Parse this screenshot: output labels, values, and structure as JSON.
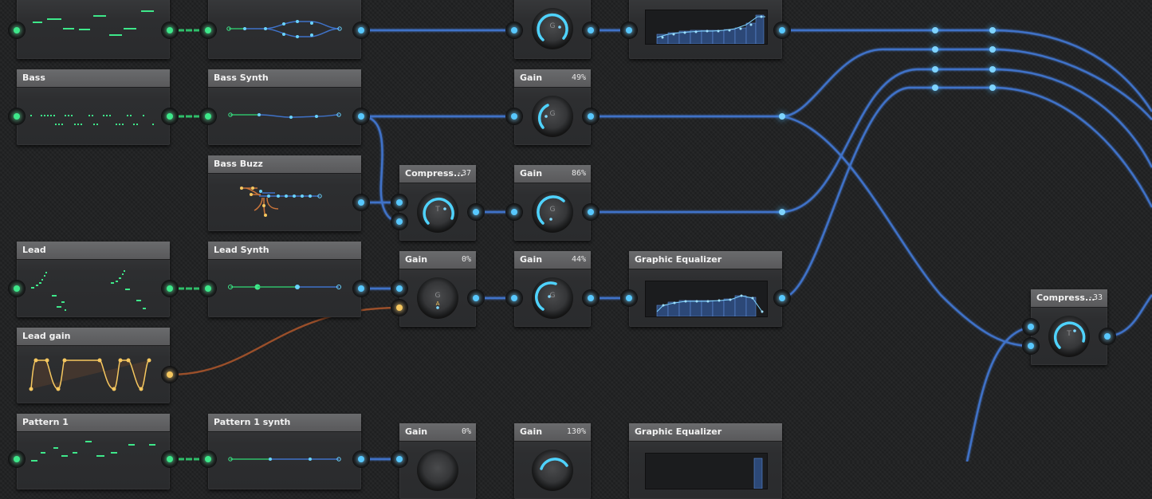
{
  "nodes": {
    "top_pattern": {
      "title": ""
    },
    "top_synth": {
      "title": ""
    },
    "top_gain": {
      "title": "",
      "value": "",
      "knob": "G"
    },
    "top_eq": {
      "title": ""
    },
    "bass": {
      "title": "Bass"
    },
    "bass_synth": {
      "title": "Bass Synth"
    },
    "bass_gain": {
      "title": "Gain",
      "value": "49%",
      "knob": "G"
    },
    "bass_buzz": {
      "title": "Bass Buzz"
    },
    "bass_comp": {
      "title": "Compress...",
      "value": "-37",
      "knob": "T"
    },
    "buzz_gain": {
      "title": "Gain",
      "value": "86%",
      "knob": "G"
    },
    "lead": {
      "title": "Lead"
    },
    "lead_synth": {
      "title": "Lead Synth"
    },
    "lead_gain_a": {
      "title": "Gain",
      "value": "0%",
      "knob": "G",
      "knob_sub": "A"
    },
    "lead_gain_b": {
      "title": "Gain",
      "value": "44%",
      "knob": "G"
    },
    "lead_eq": {
      "title": "Graphic Equalizer"
    },
    "lead_gain_auto": {
      "title": "Lead gain"
    },
    "pattern1": {
      "title": "Pattern 1"
    },
    "pattern1_synth": {
      "title": "Pattern 1 synth"
    },
    "p1_gain_a": {
      "title": "Gain",
      "value": "0%"
    },
    "p1_gain_b": {
      "title": "Gain",
      "value": "130%"
    },
    "p1_eq": {
      "title": "Graphic Equalizer"
    },
    "master_comp": {
      "title": "Compress...",
      "value": "-33",
      "knob": "T"
    }
  },
  "colors": {
    "background": "#202122",
    "signal_wire": "#3f72c8",
    "note_wire": "#2fbf6a",
    "automation_wire": "#9a4f2a",
    "note_accent": "#3ee88a",
    "knob_ring": "#4fd3ff",
    "automation_accent": "#f6c75f"
  },
  "icons": {
    "port_note": "green-port-icon",
    "port_signal": "blue-port-icon",
    "port_automation": "orange-port-icon"
  }
}
